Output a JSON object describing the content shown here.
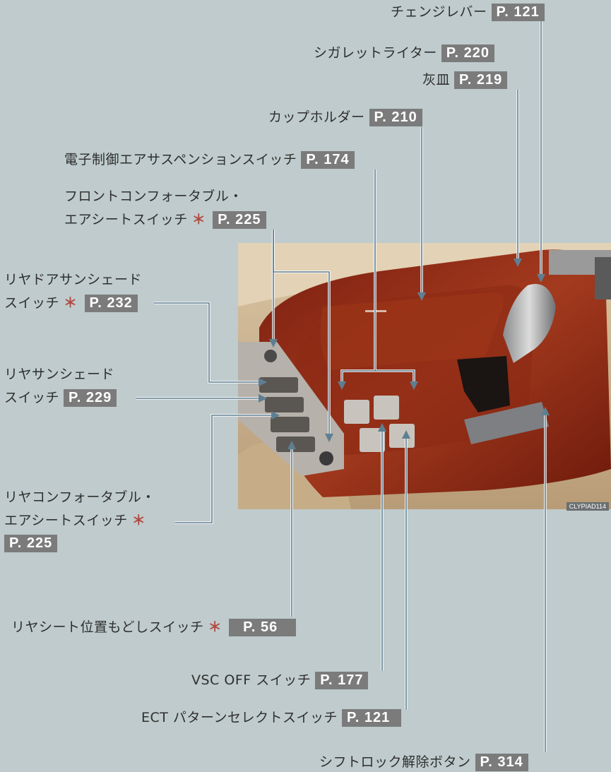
{
  "labels": {
    "change_lever": {
      "text": "チェンジレバー",
      "page": "P. 121"
    },
    "cigarette_lighter": {
      "text": "シガレットライター",
      "page": "P. 220"
    },
    "ashtray": {
      "text": "灰皿",
      "page": "P. 219"
    },
    "cup_holder": {
      "text": "カップホルダー",
      "page": "P. 210"
    },
    "air_suspension": {
      "text": "電子制御エアサスペンションスイッチ",
      "page": "P. 174"
    },
    "front_air_seat": {
      "line1": "フロントコンフォータブル・",
      "line2": "エアシートスイッチ",
      "star": "＊",
      "page": "P. 225"
    },
    "rear_door_shade": {
      "line1": "リヤドアサンシェード",
      "line2": "スイッチ",
      "star": "＊",
      "page": "P. 232"
    },
    "rear_sunshade": {
      "line1": "リヤサンシェード",
      "line2": "スイッチ",
      "page": "P. 229"
    },
    "rear_air_seat": {
      "line1": "リヤコンフォータブル・",
      "line2": "エアシートスイッチ",
      "star": "＊",
      "page": "P. 225"
    },
    "rear_seat_return": {
      "text": "リヤシート位置もどしスイッチ",
      "star": "＊",
      "page": "P. 56"
    },
    "vsc_off": {
      "text": "VSC OFF スイッチ",
      "page": "P. 177"
    },
    "ect_pattern": {
      "text": "ECT パターンセレクトスイッチ",
      "page": "P. 121"
    },
    "shift_lock": {
      "text": "シフトロック解除ボタン",
      "page": "P. 314"
    }
  },
  "image_code": "CLYPIAD114",
  "colors": {
    "background": "#bfcbcc",
    "page_box": "#7b7b7b",
    "leader": "#5e7f92",
    "star": "#b24a43"
  }
}
